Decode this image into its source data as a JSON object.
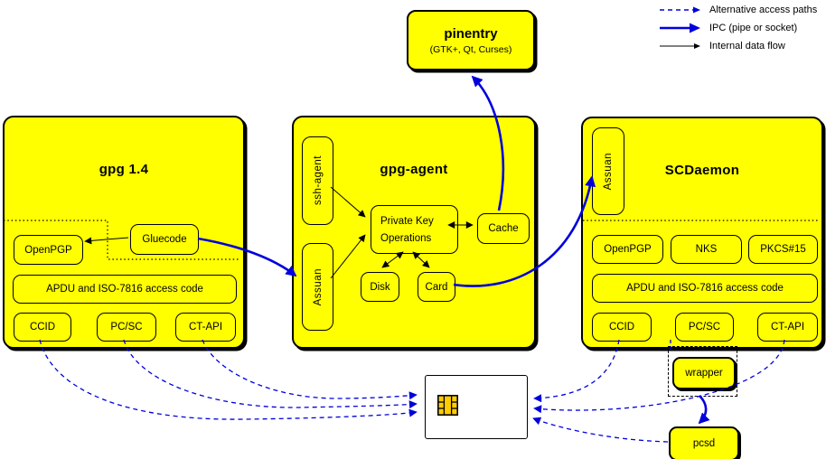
{
  "legend": {
    "alternative_label": "Alternative access paths",
    "ipc_label": "IPC (pipe or socket)",
    "internal_label": "Internal data flow"
  },
  "pinentry": {
    "title": "pinentry",
    "subtitle": "(GTK+, Qt, Curses)"
  },
  "gpg14": {
    "title": "gpg 1.4",
    "openpgp": "OpenPGP",
    "gluecode": "Gluecode",
    "apdu": "APDU and ISO-7816 access code",
    "ccid": "CCID",
    "pcsc": "PC/SC",
    "ctapi": "CT-API"
  },
  "gpg_agent": {
    "title": "gpg-agent",
    "ssh_agent": "ssh-agent",
    "assuan": "Assuan",
    "private_key_line1": "Private Key",
    "private_key_line2": "Operations",
    "cache": "Cache",
    "disk": "Disk",
    "card": "Card"
  },
  "scdaemon": {
    "title": "SCDaemon",
    "assuan": "Assuan",
    "openpgp": "OpenPGP",
    "nks": "NKS",
    "pkcs15": "PKCS#15",
    "apdu": "APDU and ISO-7816 access code",
    "ccid": "CCID",
    "pcsc": "PC/SC",
    "ctapi": "CT-API"
  },
  "wrapper": {
    "label": "wrapper"
  },
  "pcsd": {
    "label": "pcsd"
  },
  "colors": {
    "box_fill": "#ffff00",
    "line_blue": "#0000dd",
    "border_black": "#000000",
    "card_fill": "#ffffff",
    "chip_fill": "#ffcc00"
  }
}
